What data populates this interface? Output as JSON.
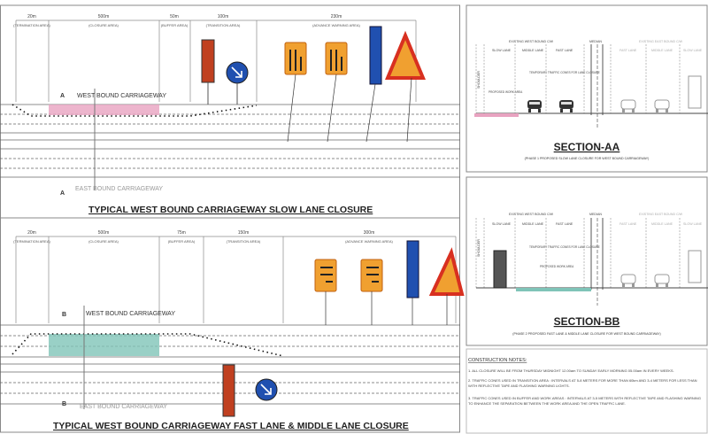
{
  "plan_top": {
    "dimensions": [
      "20m",
      "500m",
      "50m",
      "100m",
      "230m"
    ],
    "areas": [
      "(TERMINATION AREA)",
      "(CLOSURE AREA)",
      "(BUFFER AREA)",
      "(TRANSITION AREA)",
      "(ADVANCE WARNING AREA)"
    ],
    "section_marker": "A",
    "westbound_label": "WEST BOUND CARRIAGEWAY",
    "eastbound_label": "EAST BOUND CARRIAGEWAY",
    "title": "TYPICAL  WEST BOUND CARRIAGEWAY SLOW LANE CLOSURE",
    "closure_color": "#e8a3c0"
  },
  "plan_bottom": {
    "dimensions": [
      "20m",
      "500m",
      "75m",
      "150m",
      "300m"
    ],
    "areas": [
      "(TERMINATION AREA)",
      "(CLOSURE AREA)",
      "(BUFFER AREA)",
      "(TRANSITION AREA)",
      "(ADVANCE WARNING AREA)"
    ],
    "section_marker": "B",
    "westbound_label": "WEST BOUND CARRIAGEWAY",
    "eastbound_label": "EAST BOUND CARRIAGEWAY",
    "title": "TYPICAL  WEST BOUND CARRIAGEWAY FAST LANE & MIDDLE LANE CLOSURE",
    "closure_color": "#7fc4b8"
  },
  "section_aa": {
    "existing_west": "EXISTING WEST BOUND C/W",
    "median": "MEDIAN",
    "existing_east": "EXISTING EAST BOUND C/W",
    "lanes_west": [
      "SLOW LANE",
      "MIDDLE LANE",
      "FAST LANE"
    ],
    "lanes_east": [
      "FAST LANE",
      "MIDDLE LANE",
      "SLOW LANE"
    ],
    "cones_label": "TEMPORARY TRAFFIC CONES FOR LANE CLOSURE",
    "work_area": "PROPOSED WORK AREA",
    "shoulder": "SHOULDER",
    "title": "SECTION-AA",
    "subtitle": "(PHASE 1 PROPOSED SLOW LANE CLOSURE FOR WEST BOUND CARRIAGEWAY)"
  },
  "section_bb": {
    "existing_west": "EXISTING WEST BOUND C/W",
    "median": "MEDIAN",
    "existing_east": "EXISTING EAST BOUND C/W",
    "lanes_west": [
      "SLOW LANE",
      "MIDDLE LANE",
      "FAST LANE"
    ],
    "lanes_east": [
      "FAST LANE",
      "MIDDLE LANE",
      "SLOW LANE"
    ],
    "cones_label": "TEMPORARY TRAFFIC CONES FOR LANE CLOSURE",
    "work_area": "PROPOSED WORK AREA",
    "shoulder": "SHOULDER",
    "title": "SECTION-BB",
    "subtitle": "(PHASE 2 PROPOSED FAST LANE & MIDDLE LANE CLOSURE FOR WEST BOUND CARRIAGEWAY)"
  },
  "notes": {
    "heading": "CONSTRUCTION NOTES:",
    "items": [
      "1. ALL CLOSURE WILL BE FROM THURSDAY MIDNIGHT 12.00am TO SUNDAY EARLY MORNING 05.00am IN EVERY WEEKS.",
      "2. TRAFFIC CONES USED IN TRANSITION AREA : INTERVALS AT 5-8 METERS FOR MORE THAN 60km AND 3-4 METERS FOR LESS THAN",
      "   WITH REFLECTIVE TAPE AND FLASHING WARNING LIGHTS.",
      "3. TRAFFIC CONES USED IN BUFFER AND WORK AREAS : INTERVALS AT 3-5 METERS WITH REFLECTIVE TAPE AND FLASHING WARNING",
      "   TO ENHANCE THE SEPARATION BETWEEN THE WORK AREA AND THE OPEN TRAFFIC LANE."
    ]
  },
  "colors": {
    "sign_orange": "#f0a030",
    "sign_blue": "#2050b0",
    "warning_red": "#d83020",
    "line": "#555555"
  }
}
